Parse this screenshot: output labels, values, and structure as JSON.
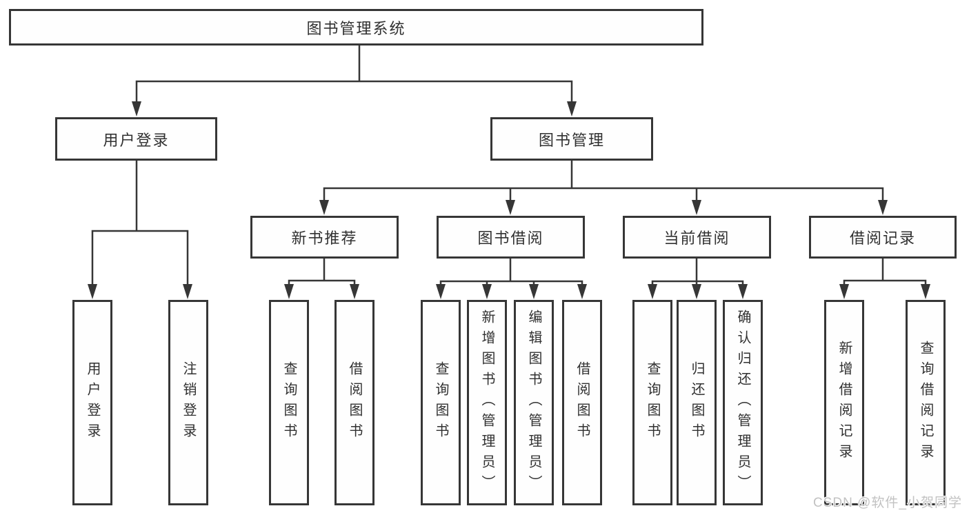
{
  "tree": {
    "root": {
      "label": "图书管理系统",
      "children": [
        {
          "label": "用户登录",
          "children": [
            {
              "label": "用户登录"
            },
            {
              "label": "注销登录"
            }
          ]
        },
        {
          "label": "图书管理",
          "children": [
            {
              "label": "新书推荐",
              "children": [
                {
                  "label": "查询图书"
                },
                {
                  "label": "借阅图书"
                }
              ]
            },
            {
              "label": "图书借阅",
              "children": [
                {
                  "label": "查询图书"
                },
                {
                  "label": "新增图书（管理员）"
                },
                {
                  "label": "编辑图书（管理员）"
                },
                {
                  "label": "借阅图书"
                }
              ]
            },
            {
              "label": "当前借阅",
              "children": [
                {
                  "label": "查询图书"
                },
                {
                  "label": "归还图书"
                },
                {
                  "label": "确认归还（管理员）"
                }
              ]
            },
            {
              "label": "借阅记录",
              "children": [
                {
                  "label": "新增借阅记录"
                },
                {
                  "label": "查询借阅记录"
                }
              ]
            }
          ]
        }
      ]
    }
  },
  "watermark": {
    "text": "CSDN @软件_小贺同学"
  },
  "colors": {
    "line": "#363636",
    "text": "#303030",
    "background": "#ffffff",
    "watermark": "#c2c2c2"
  }
}
